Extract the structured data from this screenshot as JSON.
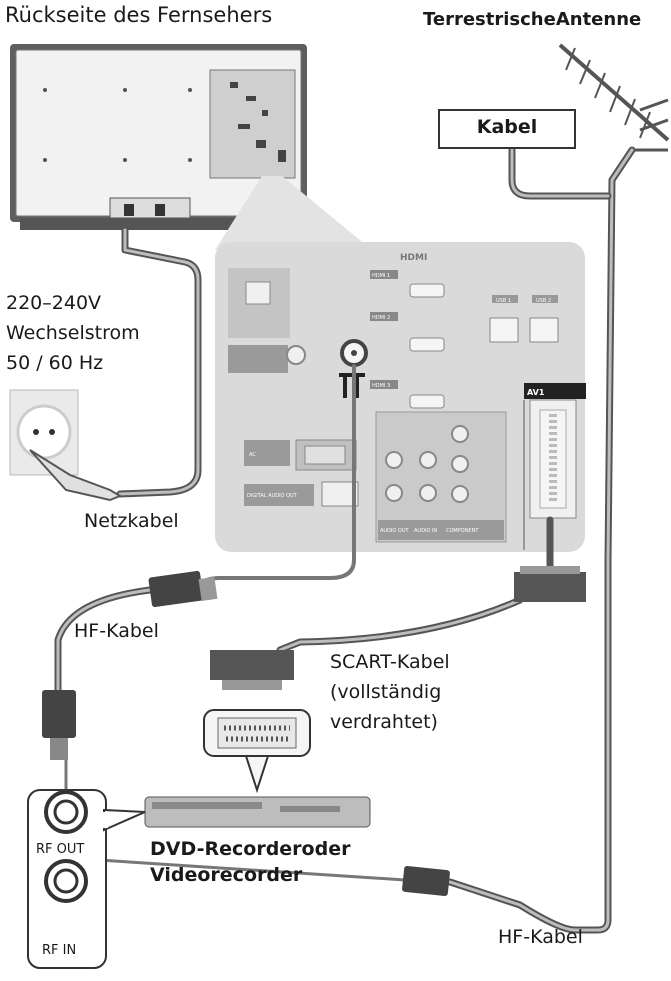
{
  "labels": {
    "tv_back": "Rückseite des Fernsehers",
    "antenna": "TerrestrischeAntenne",
    "antenna_cable": "Kabel",
    "voltage": "220–240V",
    "ac": "Wechselstrom",
    "frequency": "50 / 60 Hz",
    "power_cable": "Netzkabel",
    "rf_cable_top": "HF-Kabel",
    "scart_line1": "SCART-Kabel",
    "scart_line2": "(vollständig",
    "scart_line3": "verdrahtet)",
    "device_line1": "DVD-Recorderoder",
    "device_line2": "Videorecorder",
    "rf_out": "RF OUT",
    "rf_in": "RF IN",
    "rf_cable_bottom": "HF-Kabel"
  },
  "panel": {
    "hdmi_logo": "HDMI",
    "hdmi1": "HDMI 1",
    "hdmi2": "HDMI 2",
    "hdmi3": "HDMI 3",
    "usb1": "USB 1",
    "usb2": "USB 2",
    "av1": "AV1",
    "ac_in": "AC",
    "digital_audio_out": "DIGITAL AUDIO OUT",
    "audio_out": "AUDIO OUT",
    "audio_in": "AUDIO IN",
    "component": "COMPONENT"
  }
}
